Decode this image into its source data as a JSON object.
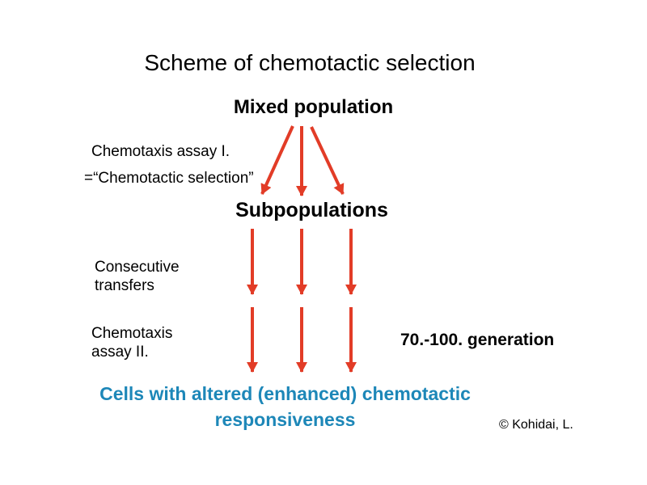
{
  "slide": {
    "title": "Scheme of chemotactic selection",
    "mixed_population": "Mixed population",
    "chemotaxis_assay_1": {
      "line1": "Chemotaxis assay I.",
      "line2": "=“Chemotactic selection”"
    },
    "subpopulations": "Subpopulations",
    "consecutive_transfers": {
      "line1": "Consecutive",
      "line2": "transfers"
    },
    "chemotaxis_assay_2": {
      "line1": "Chemotaxis",
      "line2": "assay II."
    },
    "generation": "70.-100. generation",
    "result": {
      "line1": "Cells with altered (enhanced) chemotactic",
      "line2": "responsiveness"
    },
    "credit": "© Kohidai, L."
  },
  "colors": {
    "background": "#ffffff",
    "text": "#000000",
    "arrow_red": "#e23c27",
    "result_blue": "#1d87b8"
  }
}
